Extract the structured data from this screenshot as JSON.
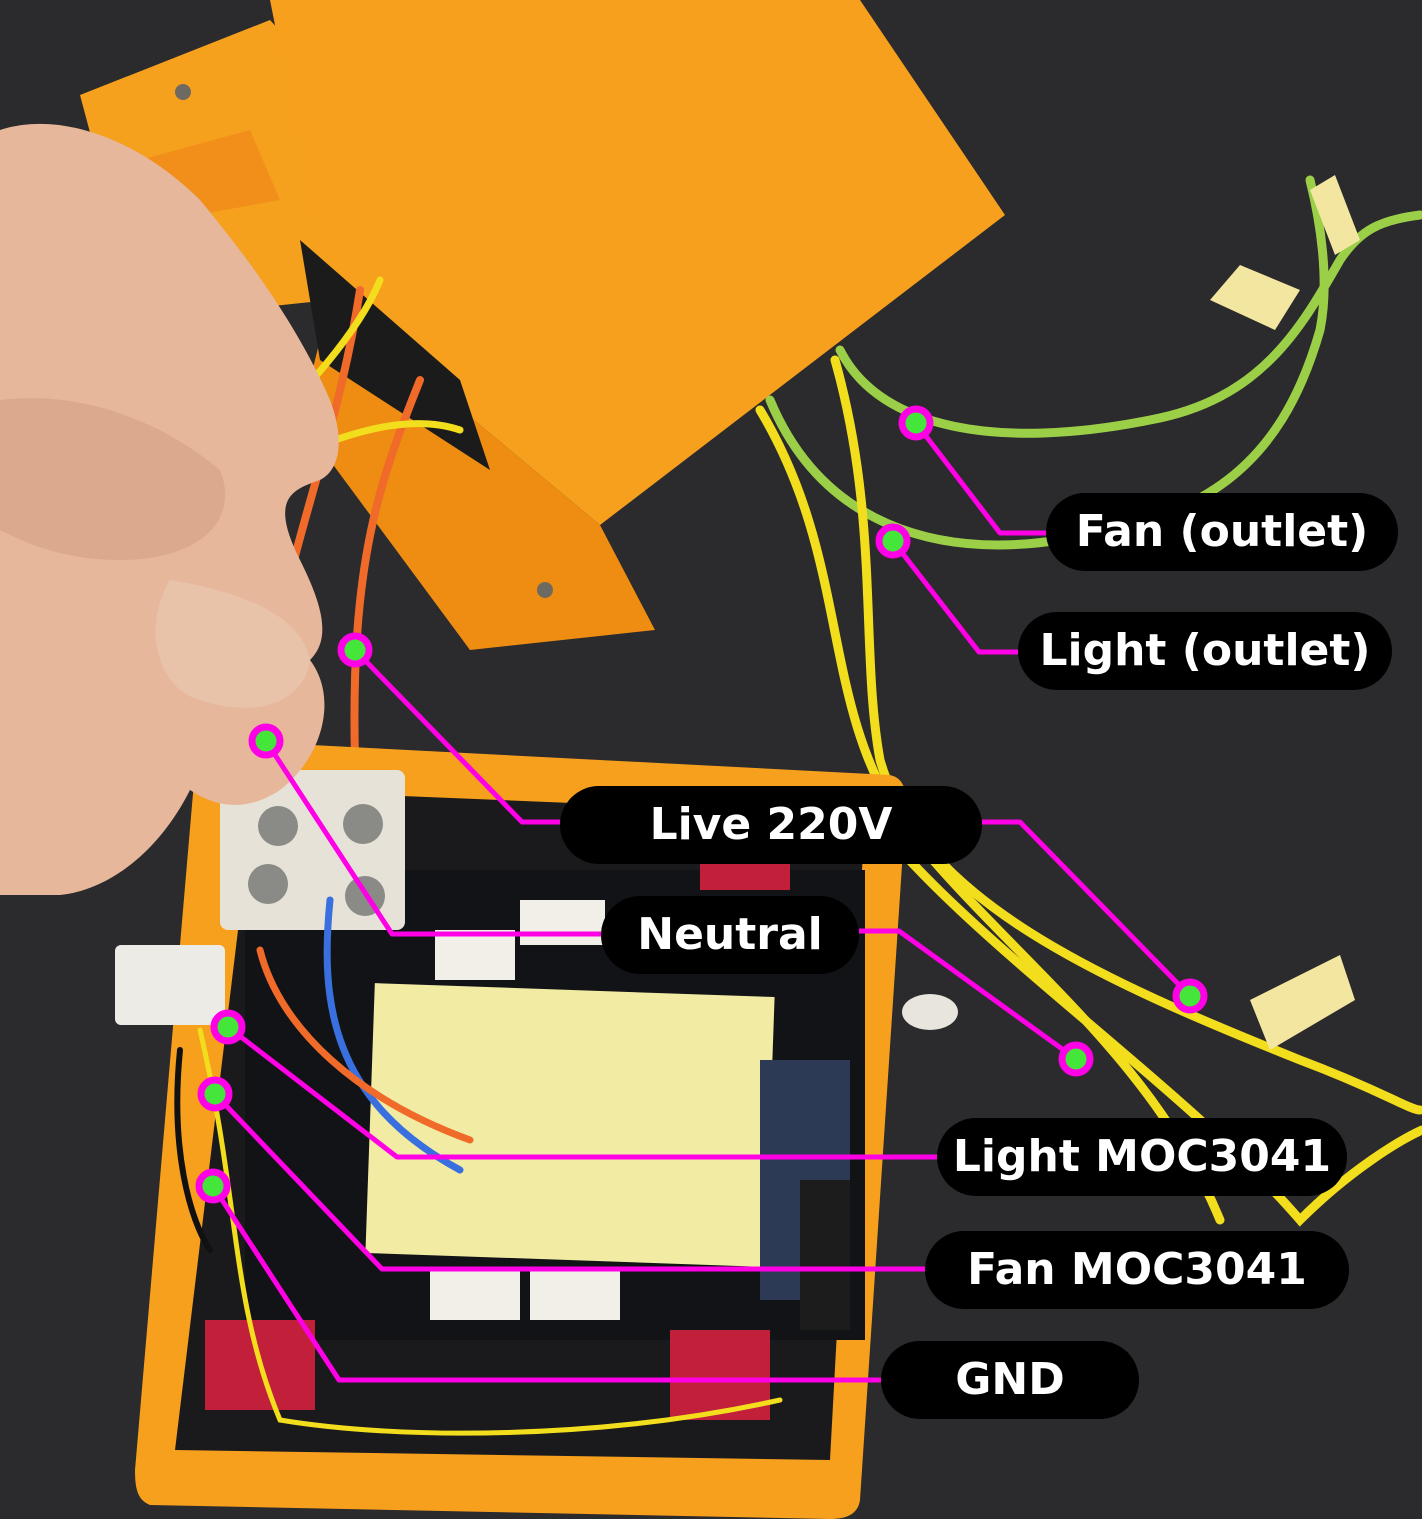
{
  "labels": {
    "fan_outlet": "Fan (outlet)",
    "light_outlet": "Light (outlet)",
    "live": "Live 220V",
    "neutral": "Neutral",
    "light_moc": "Light MOC3041",
    "fan_moc": "Fan MOC3041",
    "gnd": "GND"
  },
  "colors": {
    "background": "#2a292b",
    "enclosure_orange": "#f7a01e",
    "callout_line": "#ff00e6",
    "callout_dot": "#44e63a",
    "label_bg": "#000000",
    "label_text": "#ffffff",
    "wire_yellow": "#f2de1c",
    "wire_green": "#9ccf48",
    "wire_orange": "#f06a2a",
    "wire_blue": "#3a6fe0"
  }
}
